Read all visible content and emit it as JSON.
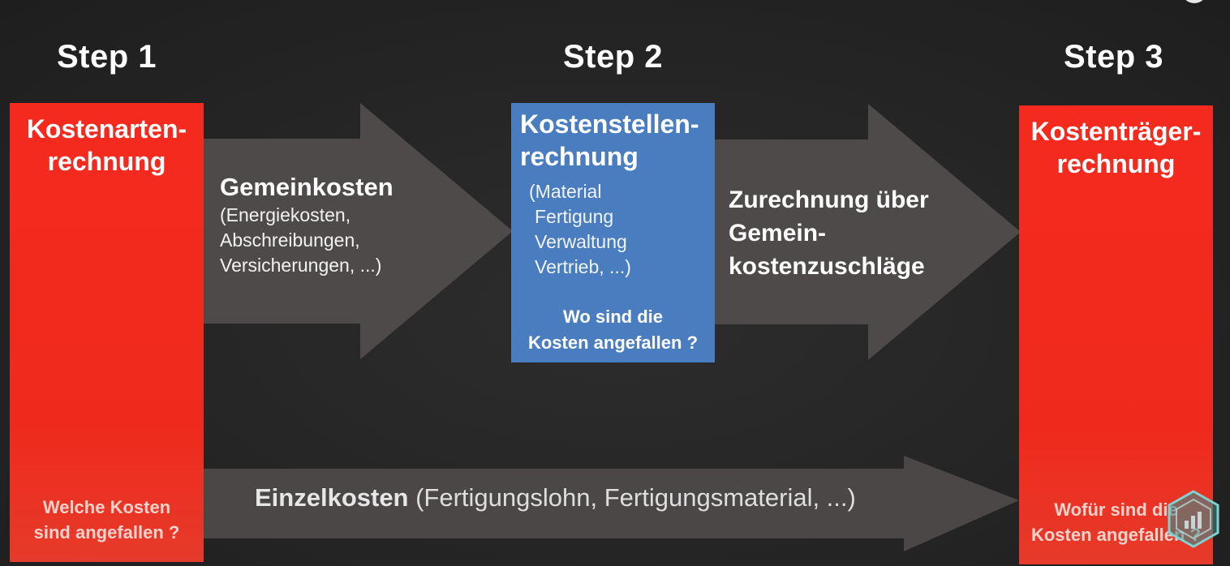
{
  "steps": {
    "step1_label": "Step 1",
    "step2_label": "Step 2",
    "step3_label": "Step 3"
  },
  "box1": {
    "title_line1": "Kostenarten-",
    "title_line2": "rechnung",
    "question_line1": "Welche Kosten",
    "question_line2": "sind angefallen ?"
  },
  "box2": {
    "title_line1": "Kostenstellen-",
    "title_line2": "rechnung",
    "items": [
      "(Material",
      "Fertigung",
      "Verwaltung",
      "Vertrieb, ...)"
    ],
    "question_line1": "Wo sind die",
    "question_line2": "Kosten angefallen ?"
  },
  "box3": {
    "title_line1": "Kostenträger-",
    "title_line2": "rechnung",
    "question_line1": "Wofür sind die",
    "question_line2": "Kosten angefallen ?"
  },
  "arrow1": {
    "heading": "Gemeinkosten",
    "line1": "(Energiekosten,",
    "line2": "Abschreibungen,",
    "line3": "Versicherungen, ...)"
  },
  "arrow2": {
    "line1": "Zurechnung über",
    "line2": "Gemein-",
    "line3": "kostenzuschläge"
  },
  "arrow3": {
    "heading": "Einzelkosten",
    "detail": " (Fertigungslohn, Fertigungsmaterial, ...)"
  },
  "colors": {
    "background": "#272727",
    "red_box": "#f52a1e",
    "blue_box": "#4a7dc0",
    "arrow": "#4e4a49"
  }
}
